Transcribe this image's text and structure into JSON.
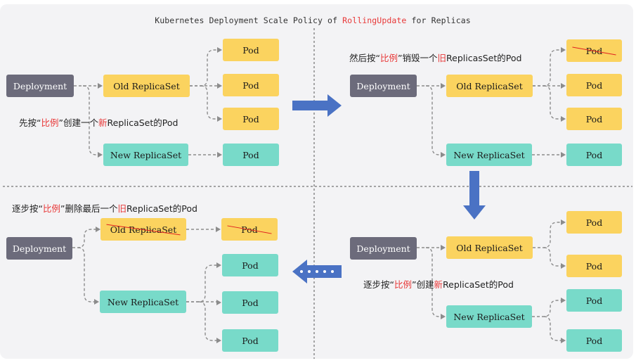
{
  "title": {
    "pre": "Kubernetes Deployment Scale Policy of ",
    "highlight": "RollingUpdate",
    "post": " for Replicas"
  },
  "labels": {
    "deployment": "Deployment",
    "old_rs": "Old ReplicaSet",
    "new_rs": "New ReplicaSet",
    "pod": "Pod"
  },
  "captions": {
    "q1": {
      "a": "先按“",
      "red": "比例",
      "b": "”创建一个",
      "red2": "新",
      "c": "ReplicaSet的Pod"
    },
    "q2": {
      "a": "然后按“",
      "red": "比例",
      "b": "”销毁一个",
      "red2": "旧",
      "c": "ReplicasSet的Pod"
    },
    "q3": {
      "a": "逐步按“",
      "red": "比例",
      "b": "”创建",
      "red2": "新",
      "c": "ReplicaSet的Pod"
    },
    "q4": {
      "a": "逐步按“",
      "red": "比例",
      "b": "”删除最后一个",
      "red2": "旧",
      "c": "ReplicaSet的Pod"
    }
  },
  "colors": {
    "deployment": "#6c6b7b",
    "old": "#fbd35f",
    "new": "#78dac9",
    "highlight": "#e83838",
    "flow_arrow": "#4a72c4"
  }
}
